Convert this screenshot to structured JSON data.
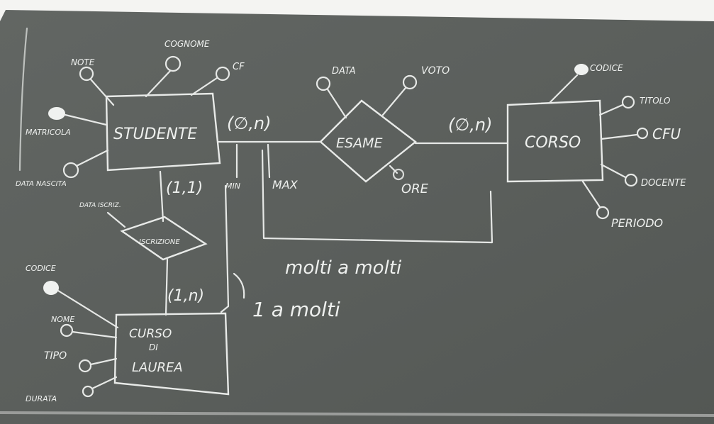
{
  "colors": {
    "board": "#5e625f",
    "chalk": "#eef0ee",
    "wall": "#f4f4f2"
  },
  "entities": {
    "studente": {
      "label": "STUDENTE"
    },
    "corso": {
      "label": "CORSO"
    },
    "corso_laurea": {
      "label_line1": "CURSO",
      "label_line2": "DI",
      "label_line3": "LAUREA"
    }
  },
  "relationships": {
    "esame": {
      "label": "ESAME"
    },
    "iscrizione": {
      "label": "ISCRIZIONE"
    }
  },
  "attributes": {
    "note": "NOTE",
    "cognome": "COGNOME",
    "cf": "CF",
    "matricola": "MATRICOLA",
    "data_nascita": "DATA NASCITA",
    "data": "DATA",
    "voto": "VOTO",
    "ora": "ORE",
    "codice_corso": "CODICE",
    "titolo": "TITOLO",
    "cfu": "CFU",
    "docente": "DOCENTE",
    "periodo": "PERIODO",
    "data_iscr": "DATA ISCRIZ.",
    "codice_cl": "CODICE",
    "nome": "NOME",
    "tipo": "TIPO",
    "durata": "DURATA"
  },
  "cardinalities": {
    "studente_esame": "(∅,n)",
    "corso_esame": "(∅,n)",
    "studente_iscr": "(1,1)",
    "cl_iscr": "(1,n)"
  },
  "notes": {
    "min": "MIN",
    "max": "MAX",
    "molti_molti": "molti a molti",
    "uno_molti": "1 a molti"
  }
}
